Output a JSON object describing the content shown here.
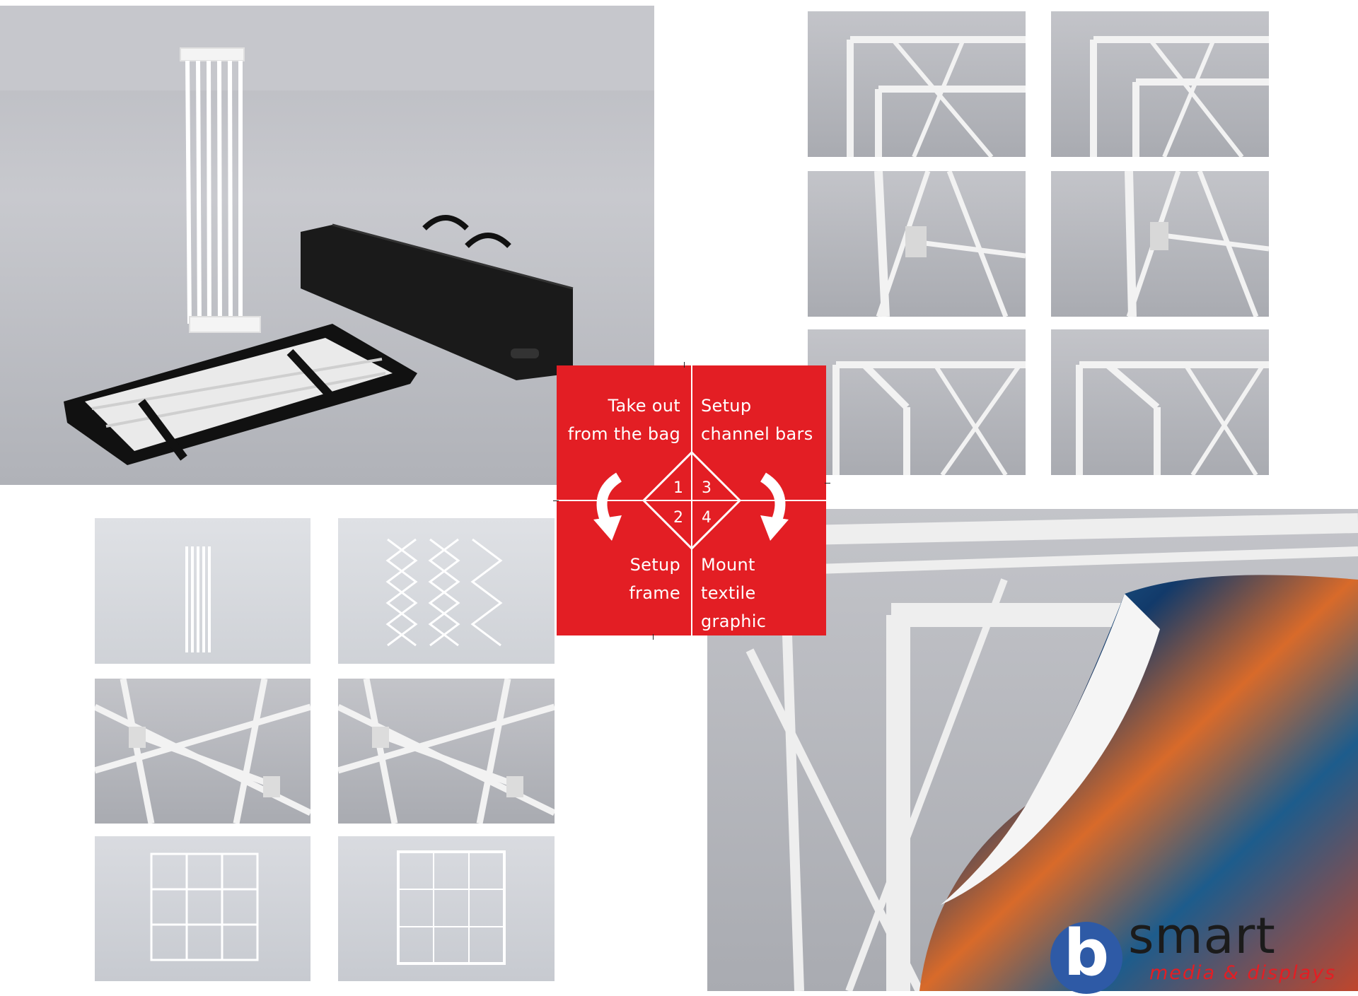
{
  "steps": {
    "step1": {
      "number": "1",
      "line1": "Take out",
      "line2": "from the bag"
    },
    "step2": {
      "number": "2",
      "line1": "Setup",
      "line2": "frame"
    },
    "step3": {
      "number": "3",
      "line1": "Setup",
      "line2": "channel bars"
    },
    "step4": {
      "number": "4",
      "line1": "Mount",
      "line2": "textile graphic"
    }
  },
  "logo": {
    "letter": "b",
    "name": "smart",
    "tagline": "media & displays"
  },
  "colors": {
    "accent_red": "#e31e24",
    "logo_blue": "#2e5aa6"
  }
}
